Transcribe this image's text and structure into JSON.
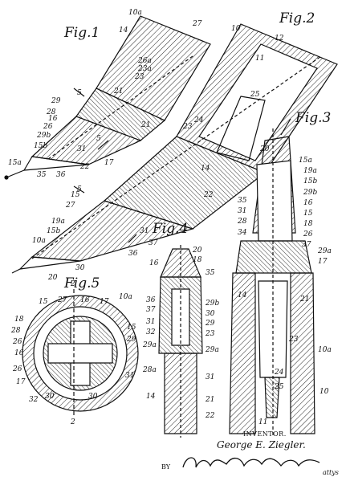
{
  "figures": [
    {
      "key": "fig1",
      "label": "Fig.1"
    },
    {
      "key": "fig2",
      "label": "Fig.2"
    },
    {
      "key": "fig3",
      "label": "Fig.3"
    },
    {
      "key": "fig4",
      "label": "Fig.4"
    },
    {
      "key": "fig5",
      "label": "Fig.5"
    }
  ],
  "fig1_numbers": [
    "10a",
    "14",
    "27",
    "26a",
    "23a",
    "23",
    "5",
    "21",
    "29",
    "28",
    "16",
    "26",
    "29b",
    "15b",
    "15a",
    "35",
    "36",
    "22",
    "31",
    "5"
  ],
  "fig2_numbers": [
    "10",
    "12",
    "11",
    "25",
    "24",
    "23",
    "21",
    "17",
    "15",
    "27",
    "19a",
    "15b",
    "10a",
    "30",
    "20",
    "14",
    "22",
    "36",
    "31",
    "37",
    "5"
  ],
  "fig3_numbers": [
    "20",
    "15a",
    "19a",
    "15b",
    "29b",
    "16",
    "15",
    "18",
    "26",
    "35",
    "31",
    "28",
    "34",
    "37",
    "29a",
    "17",
    "21",
    "14",
    "23",
    "10a",
    "24",
    "25",
    "10",
    "11"
  ],
  "fig4_numbers": [
    "20",
    "18",
    "16",
    "35",
    "36",
    "37",
    "31",
    "32",
    "29a",
    "28a",
    "14",
    "29b",
    "30",
    "29",
    "23",
    "29a",
    "31",
    "21",
    "22"
  ],
  "fig5_numbers": [
    "15",
    "27",
    "16",
    "17",
    "10a",
    "18",
    "28",
    "26",
    "16",
    "15",
    "29",
    "26",
    "31",
    "17",
    "30",
    "30",
    "32",
    "2",
    "2"
  ],
  "signature": {
    "inventor_caption": "INVENTOR.",
    "inventor_name": "George E. Ziegler.",
    "by": "BY",
    "attorneys": "attys"
  }
}
